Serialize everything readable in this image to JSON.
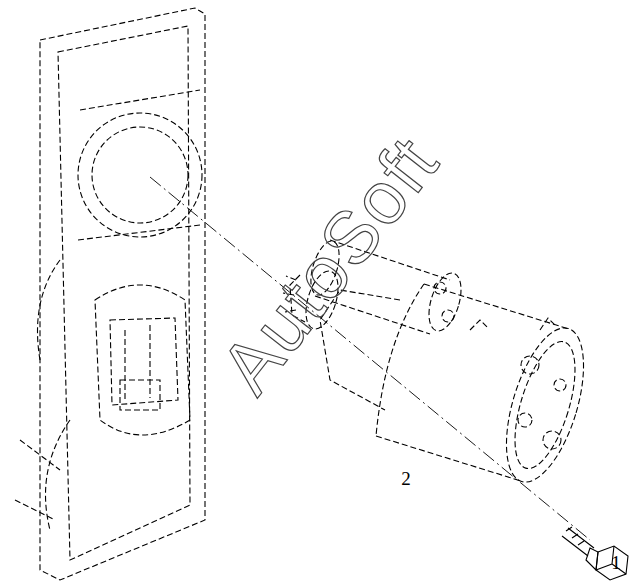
{
  "diagram": {
    "labels": [
      "AutoSoft",
      "2",
      "1"
    ]
  }
}
